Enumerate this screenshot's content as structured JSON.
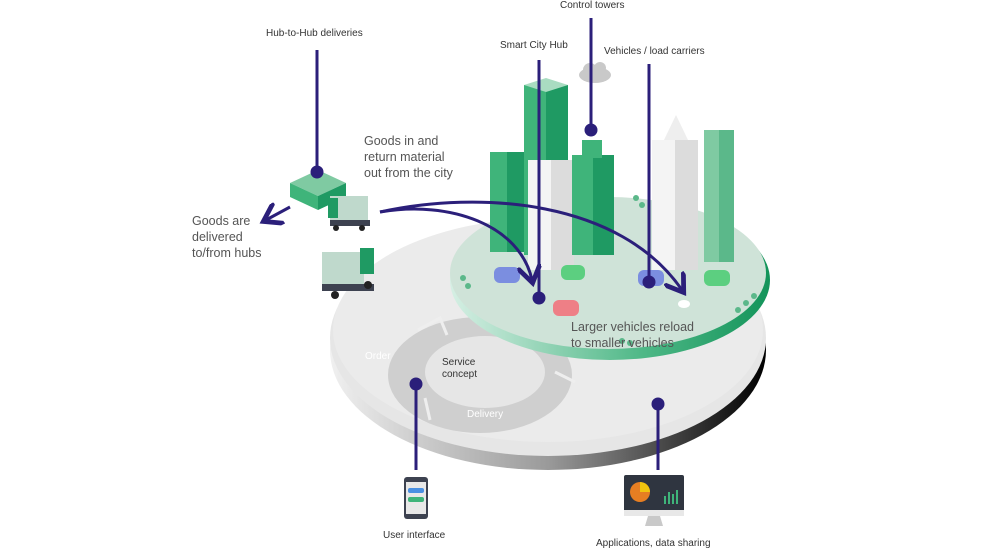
{
  "labels": {
    "hub_to_hub": "Hub-to-Hub  deliveries",
    "control_towers": "Control towers",
    "smart_city_hub": "Smart City Hub",
    "vehicles": "Vehicles / load carriers",
    "user_interface": "User interface",
    "applications": "Applications,  data sharing"
  },
  "notes": {
    "goods_in": [
      "Goods in and",
      "return material",
      "out from the city"
    ],
    "goods_delivered": [
      "Goods are",
      "delivered",
      "to/from hubs"
    ],
    "larger_vehicles": [
      "Larger vehicles reload",
      "to smaller vehicles"
    ]
  },
  "cycle": {
    "center": [
      "Service",
      "concept"
    ],
    "order": "Order",
    "delivery": "Delivery"
  },
  "colors": {
    "accent_line": "#2b1f7a",
    "green": "#1f9a63",
    "light_green": "#cfe3d8",
    "platform_grey": "#e6e6e6",
    "text": "#555555"
  }
}
